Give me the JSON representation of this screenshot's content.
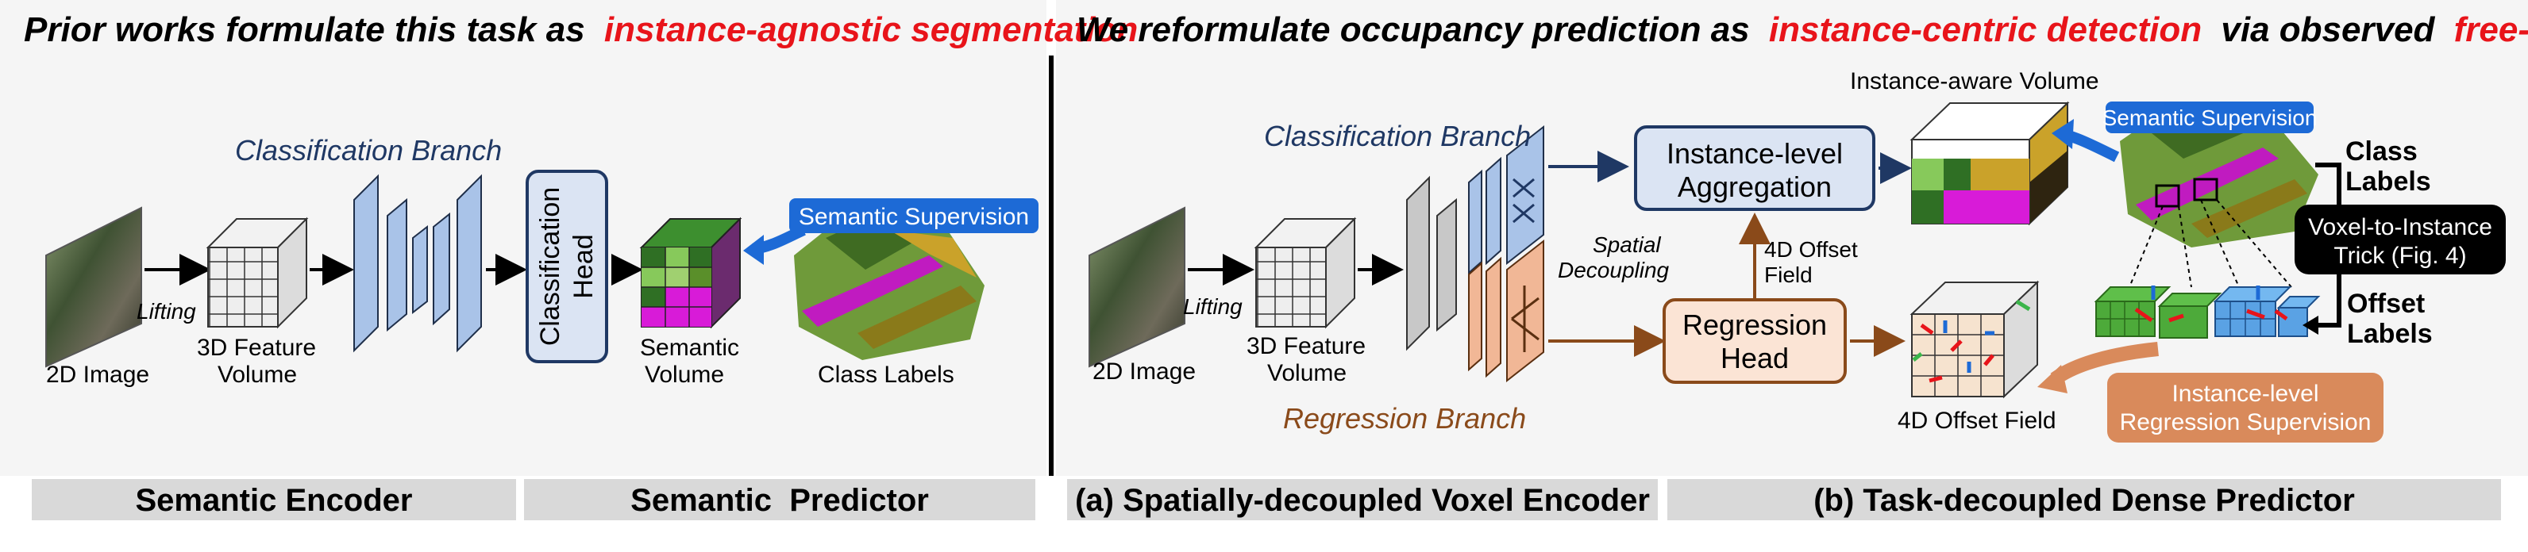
{
  "left": {
    "headline_black": "Prior works formulate this task as",
    "headline_red": "instance-agnostic segmentation",
    "image_label": "2D Image",
    "lifting": "Lifting",
    "volume_label_1": "3D Feature",
    "volume_label_2": "Volume",
    "branch_label": "Classification Branch",
    "head_label_1": "Classification",
    "head_label_2": "Head",
    "semantic_volume_1": "Semantic",
    "semantic_volume_2": "Volume",
    "supervision": "Semantic Supervision",
    "class_labels": "Class Labels",
    "footer_encoder": "Semantic Encoder",
    "footer_predictor": "Semantic  Predictor"
  },
  "right": {
    "headline_black_1": "We reformulate occupancy prediction as",
    "headline_red_1": "instance-centric detection",
    "headline_black_2": "via observed",
    "headline_red_2": "free-lunch",
    "image_label": "2D Image",
    "lifting": "Lifting",
    "volume_label_1": "3D Feature",
    "volume_label_2": "Volume",
    "cls_branch": "Classification Branch",
    "reg_branch": "Regression Branch",
    "spatial_1": "Spatial",
    "spatial_2": "Decoupling",
    "aggregation_1": "Instance-level",
    "aggregation_2": "Aggregation",
    "offset_field_1": "4D Offset",
    "offset_field_2": "Field",
    "regression_1": "Regression",
    "regression_2": "Head",
    "instance_volume": "Instance-aware Volume",
    "offset_field_label": "4D Offset Field",
    "supervision": "Semantic Supervision",
    "class_labels_1": "Class",
    "class_labels_2": "Labels",
    "trick_1": "Voxel-to-Instance",
    "trick_2": "Trick (Fig. 4)",
    "offset_labels_1": "Offset",
    "offset_labels_2": "Labels",
    "reg_supervision_1": "Instance-level",
    "reg_supervision_2": "Regression Supervision",
    "footer_encoder": "(a) Spatially-decoupled Voxel Encoder",
    "footer_predictor": "(b) Task-decoupled Dense Predictor"
  },
  "colors": {
    "red": "#e8141a",
    "blue_badge": "#1d6ad6",
    "navy_text": "#1f3864",
    "brown": "#8a4a1a",
    "orange_box": "#d98a5b",
    "encoder_blue": "#a9c3e8",
    "encoder_orange": "#f1b796",
    "footer_gray": "#d9d9d9"
  }
}
